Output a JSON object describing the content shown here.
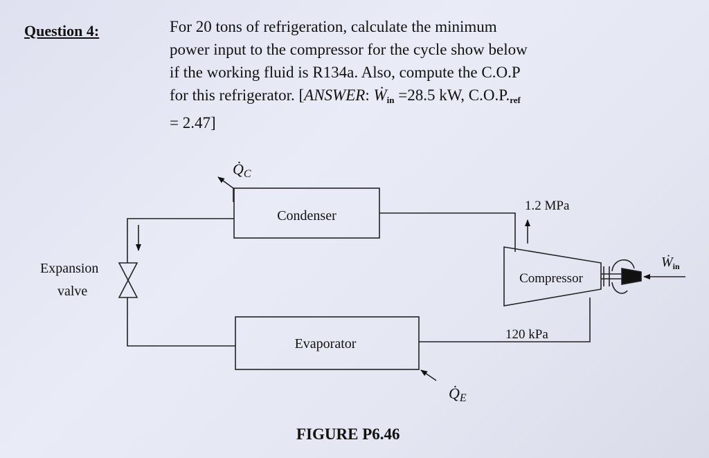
{
  "question": {
    "label": "Question 4:",
    "line1": "For 20 tons of refrigeration, calculate the minimum",
    "line2": "power input to the compressor for the cycle show below",
    "line3": "if the working fluid is R134a. Also, compute the C.O.P",
    "line4_pre": "for this refrigerator. [",
    "answer_word": "ANSWER",
    "line4_colon": ": ",
    "w_symbol": "Ẇ",
    "w_sub": "in",
    "line4_mid": " =28.5 kW, C.O.P.",
    "cop_sub": "ref",
    "line5": "= 2.47]"
  },
  "diagram": {
    "qc_symbol": "Q̇",
    "qc_sub": "C",
    "qe_symbol": "Q̇",
    "qe_sub": "E",
    "condenser": "Condenser",
    "evaporator": "Evaporator",
    "compressor": "Compressor",
    "expansion_line1": "Expansion",
    "expansion_line2": "valve",
    "high_pressure": "1.2 MPa",
    "low_pressure": "120 kPa",
    "win_symbol": "Ẇ",
    "win_sub": "in"
  },
  "figure_label": "FIGURE P6.46"
}
